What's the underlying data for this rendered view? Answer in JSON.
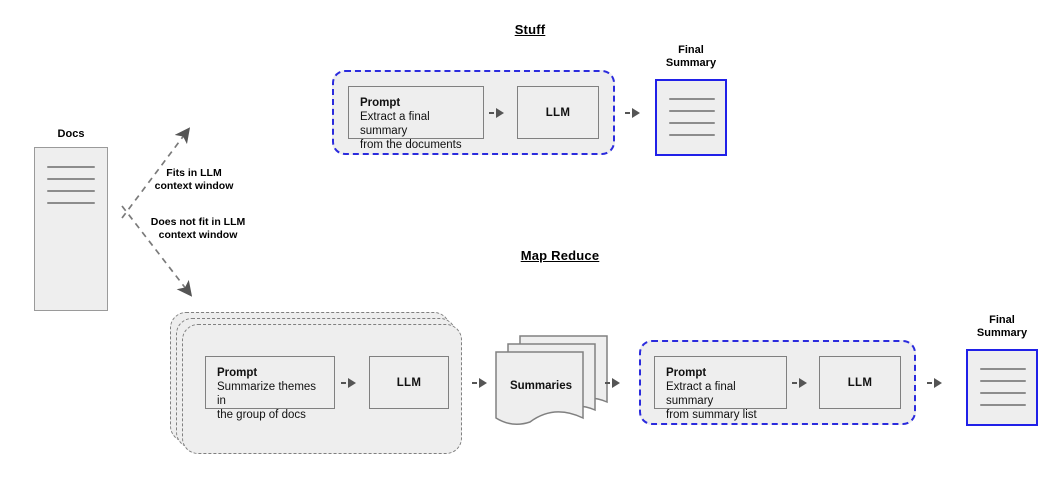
{
  "diagram": {
    "title_stuff": "Stuff",
    "title_map_reduce": "Map Reduce"
  },
  "source": {
    "label": "Docs",
    "line_count": 4
  },
  "branches": [
    {
      "label": "Fits in LLM\ncontext window",
      "target": "stuff"
    },
    {
      "label": "Does not fit in LLM\ncontext window",
      "target": "map-reduce"
    }
  ],
  "stuff_flow": {
    "prompt": {
      "title": "Prompt",
      "body": "Extract a final summary\nfrom the documents"
    },
    "llm": {
      "label": "LLM"
    },
    "output": {
      "caption": "Final\nSummary",
      "line_count": 4
    }
  },
  "map_flow": {
    "prompt": {
      "title": "Prompt",
      "body": "Summarize themes in\nthe group of docs"
    },
    "llm": {
      "label": "LLM"
    },
    "stack_count": 3
  },
  "summaries": {
    "label": "Summaries",
    "sheet_count": 3
  },
  "reduce_flow": {
    "prompt": {
      "title": "Prompt",
      "body": "Extract a final summary\nfrom summary list"
    },
    "llm": {
      "label": "LLM"
    },
    "output": {
      "caption": "Final\nSummary",
      "line_count": 4
    }
  },
  "colors": {
    "accent_blue": "#2b2bdd",
    "box_fill": "#eeeeee",
    "box_stroke": "#808080",
    "arrow": "#555555",
    "text": "#111111"
  }
}
